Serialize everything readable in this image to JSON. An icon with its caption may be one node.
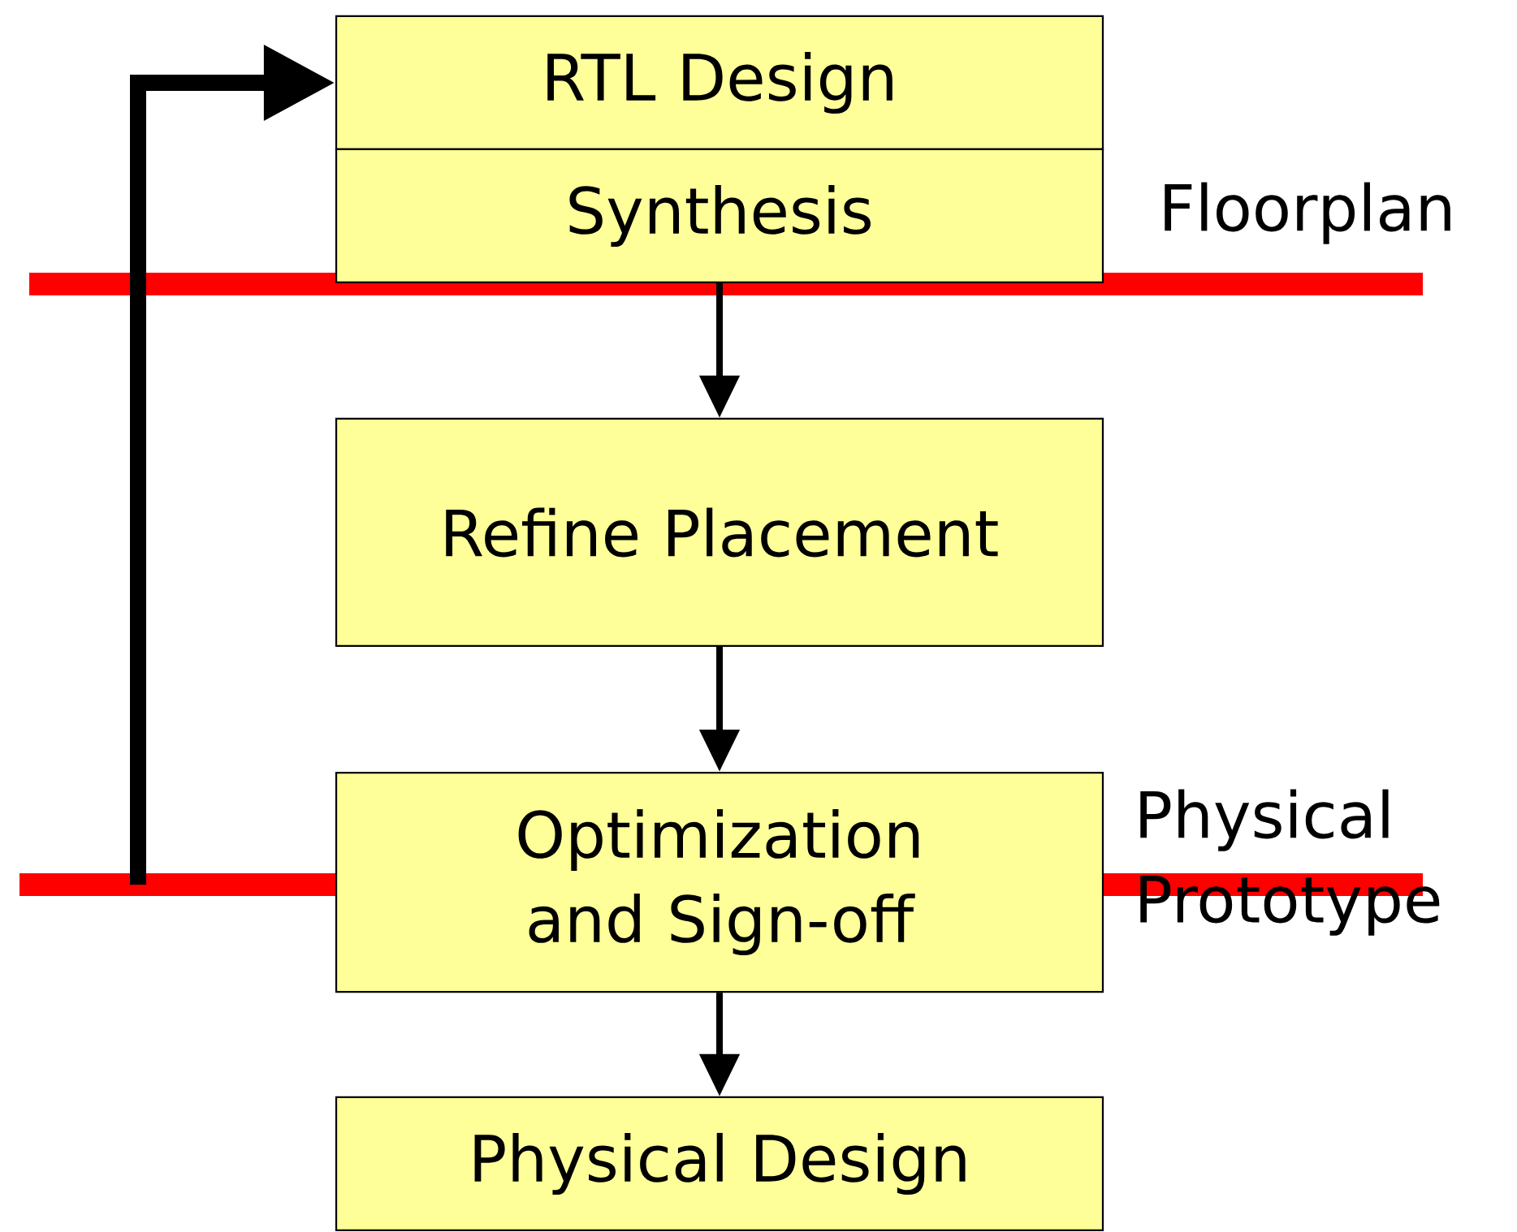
{
  "diagram": {
    "nodes": [
      {
        "text": [
          "RTL Design"
        ]
      },
      {
        "text": [
          "Synthesis"
        ]
      },
      {
        "text": [
          "Refine Placement"
        ]
      },
      {
        "text": [
          "Optimization and Sign-off"
        ]
      },
      {
        "text": [
          "Physical Design"
        ]
      }
    ],
    "edges": [
      {
        "from": 1,
        "to": 2,
        "arrow": "to"
      },
      {
        "from": 2,
        "to": 3,
        "arrow": "to"
      },
      {
        "from": 3,
        "to": 4,
        "arrow": "to"
      },
      {
        "from": null,
        "to": 0,
        "arrow": "to",
        "style": "thick"
      }
    ],
    "labels": [
      "Floorplan",
      "Physical Prototype"
    ]
  }
}
